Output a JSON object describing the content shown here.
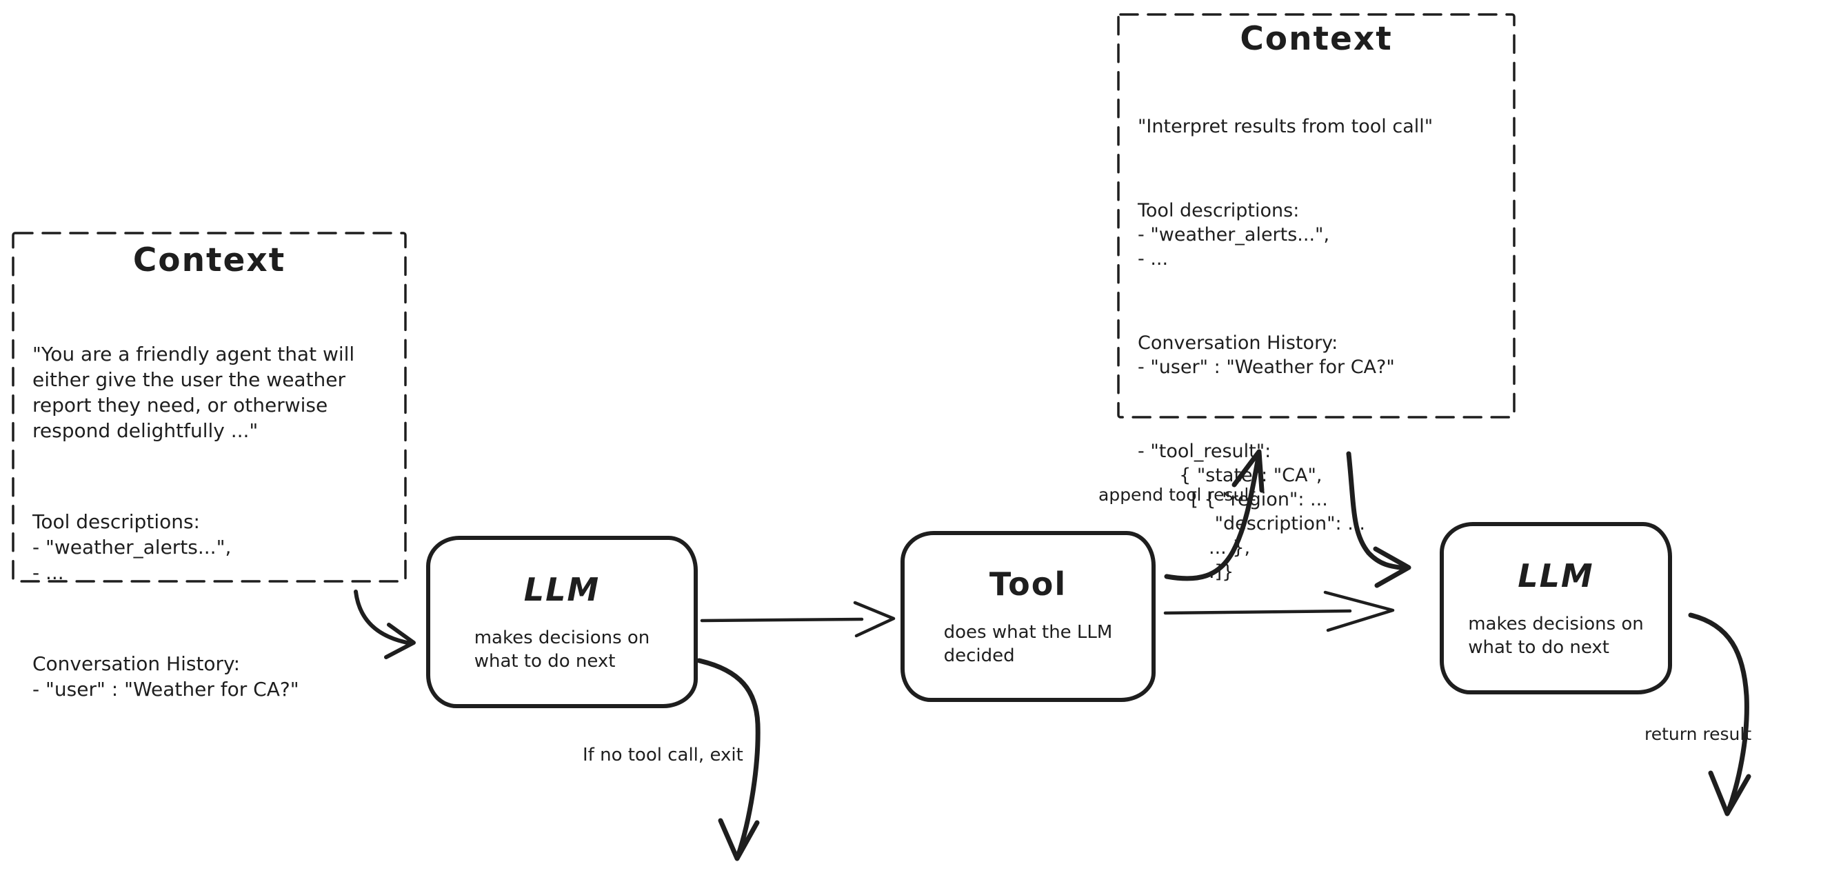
{
  "left_context_box": {
    "title": "Context",
    "paragraphs": [
      [
        "\"You are a friendly agent that will",
        "either give the user the weather",
        "report they need, or otherwise",
        "respond delightfully ...\""
      ],
      [
        "Tool descriptions:",
        "- \"weather_alerts...\",",
        "- ..."
      ],
      [
        "Conversation History:",
        "- \"user\" : \"Weather for CA?\""
      ]
    ]
  },
  "top_context_box": {
    "title": "Context",
    "paragraphs": [
      [
        "\"Interpret results from tool call\""
      ],
      [
        "Tool descriptions:",
        "- \"weather_alerts...\",",
        "- ..."
      ],
      [
        "Conversation History:",
        "- \"user\" : \"Weather for CA?\""
      ],
      [
        "- \"tool_result\":",
        "       { \"state\": \"CA\",",
        "         [ { \"region\": ...",
        "             \"description\": ...",
        "            ... },",
        "          ...]}"
      ]
    ]
  },
  "nodes": {
    "llm_1": {
      "title": "LLM",
      "description": [
        "makes decisions on",
        "what to do next"
      ]
    },
    "tool": {
      "title": "Tool",
      "description": [
        "does what the LLM",
        "decided"
      ]
    },
    "llm_2": {
      "title": "LLM",
      "description": [
        "makes decisions on",
        "what to do next"
      ]
    }
  },
  "edge_labels": {
    "append_tool_result": "append tool result",
    "if_no_tool_call_exit": "If no tool call, exit",
    "return_result": "return result"
  },
  "colors": {
    "ink": "#1e1e1e",
    "background": "#ffffff"
  }
}
